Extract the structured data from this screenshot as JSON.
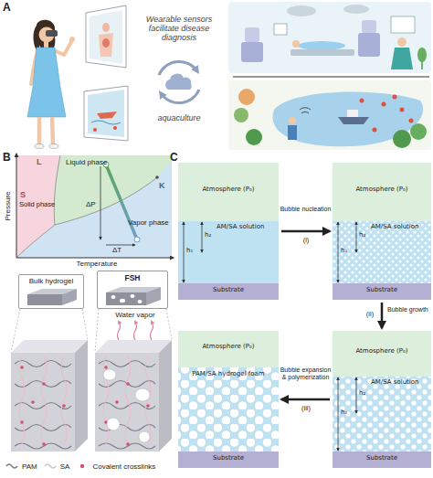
{
  "diagram": {
    "nodes": [
      {
        "text": [
          "Bulk hydrogel"
        ]
      },
      {
        "text": [
          "FSH"
        ]
      },
      {
        "text": [
          "Atmosphere (P₀)",
          "AM/SA solution",
          "h₁",
          "h₂",
          "Substrate"
        ]
      },
      {
        "text": [
          "Atmosphere (P₀)",
          "AM/SA solution",
          "h₁",
          "h₂",
          "Substrate"
        ]
      },
      {
        "text": [
          "Atmosphere (P₀)",
          "AM/SA solution",
          "h₁",
          "h₂",
          "Substrate"
        ]
      },
      {
        "text": [
          "Atmosphere (P₀)",
          "PAM/SA hydrogel foam",
          "Substrate"
        ]
      }
    ],
    "edges": [
      {
        "from": 2,
        "to": 3,
        "arrow": "to",
        "label": "Bubble nucleation"
      },
      {
        "from": 3,
        "to": 4,
        "arrow": "to",
        "label": "Bubble growth"
      },
      {
        "from": 4,
        "to": 5,
        "arrow": "to",
        "label": "Bubble expansion & polymerization"
      }
    ],
    "labels": [
      "A",
      "Wearable sensors facilitate disease diagnosis",
      "aquaculture",
      "B",
      "Pressure",
      "Temperature",
      "L",
      "Liquid phase",
      "S",
      "Solid phase",
      "K",
      "Vapor phase",
      "ΔP",
      "ΔT",
      "Water vapor",
      "C",
      "(i)",
      "(ii)",
      "(iii)"
    ],
    "legend": [
      {
        "text": "PAM"
      },
      {
        "text": "SA"
      },
      {
        "text": "Covalent crosslinks"
      }
    ]
  }
}
